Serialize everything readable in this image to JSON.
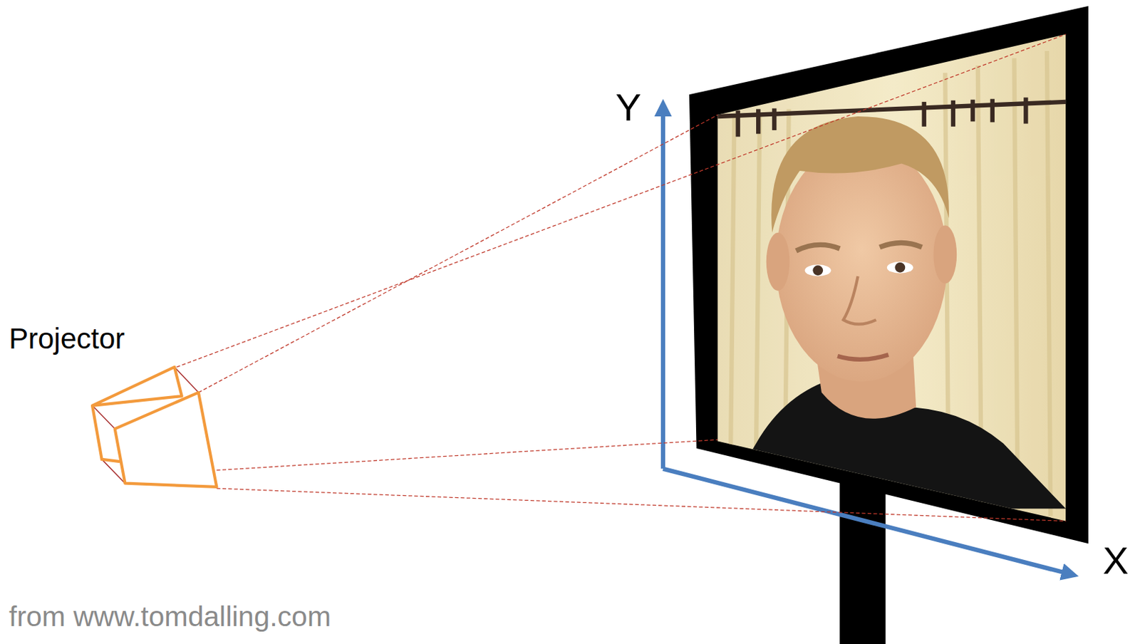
{
  "diagram": {
    "labels": [
      "Projector",
      "Y",
      "X",
      "from www.tomdalling.com"
    ]
  }
}
